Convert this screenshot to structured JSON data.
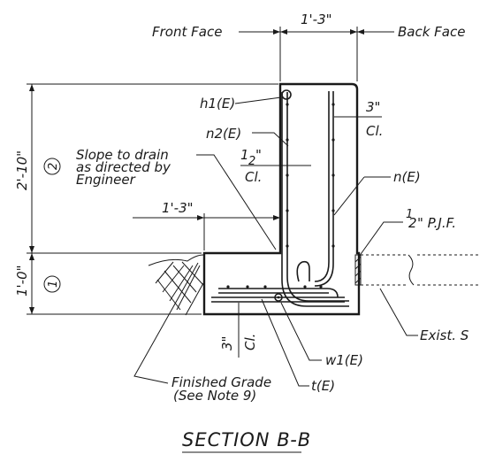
{
  "title": "SECTION B-B",
  "labels": {
    "front_face": "Front Face",
    "back_face": "Back Face",
    "top_width": "1'-3\"",
    "h1": "h1(E)",
    "n2": "n2(E)",
    "n": "n(E)",
    "cover_3_top": "3\"",
    "cover_3_top_cl": "Cl.",
    "cover_1_5_num": "1",
    "cover_1_5_den": "2",
    "cover_1_5_unit": "\"",
    "cover_1_5_cl": "Cl.",
    "slope_line1": "Slope to drain",
    "slope_line2": "as directed by",
    "slope_line3": "Engineer",
    "toe_width": "1'-3\"",
    "pjf_num": "1",
    "pjf_den": "2",
    "pjf_text": "\" P.J.F.",
    "dim_upper": "2'-10\"",
    "dim_lower": "1'-0\"",
    "circle_upper": "2",
    "circle_lower": "1",
    "exist": "Exist. S",
    "cover_3_bottom": "3\"",
    "cover_3_bottom_cl": "Cl.",
    "w1": "w1(E)",
    "t": "t(E)",
    "finished_grade_line1": "Finished Grade",
    "finished_grade_line2": "(See Note 9)"
  }
}
